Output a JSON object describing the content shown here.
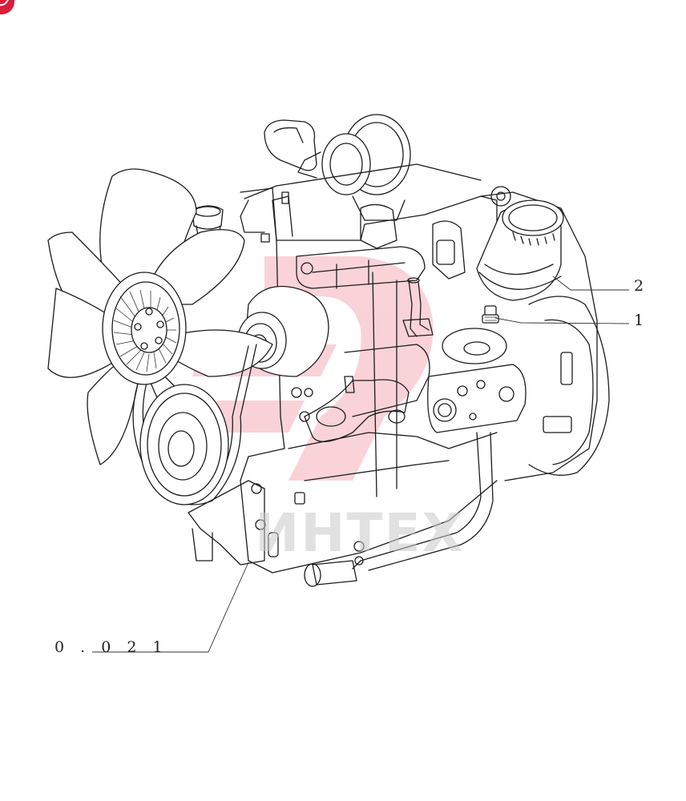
{
  "callouts": [
    {
      "id": "1",
      "label": "1"
    },
    {
      "id": "2",
      "label": "2"
    }
  ],
  "reference": {
    "label": "0 . 0 2 1"
  },
  "watermark": {
    "text": "ИНТЕХ",
    "color": "#e8384f"
  },
  "colors": {
    "line": "#1c1c1c",
    "background": "#ffffff",
    "brand_badge": "#d81e3a"
  },
  "icons": {
    "corner_badge": "brand-badge-icon"
  }
}
